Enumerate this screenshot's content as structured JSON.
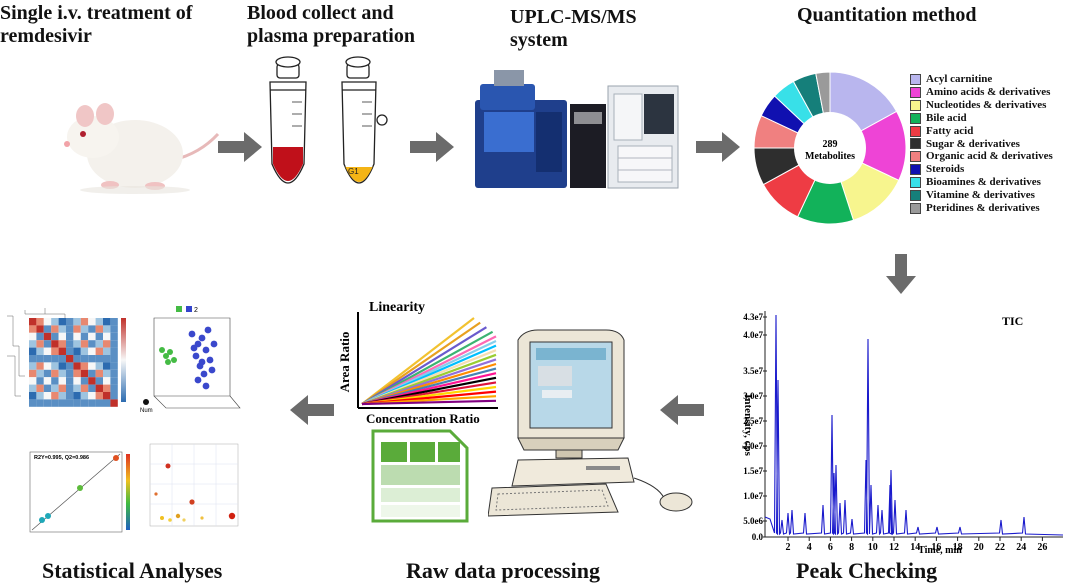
{
  "stages": {
    "treatment": {
      "title_line1": "Single i.v. treatment of",
      "title_line2": "remdesivir"
    },
    "blood": {
      "title_line1": "Blood collect and",
      "title_line2": "plasma preparation",
      "tube_label": "G1"
    },
    "uplc": {
      "title_line1": "UPLC-MS/MS",
      "title_line2": "system"
    },
    "quant": {
      "title": "Quantitation method"
    },
    "peak": {
      "title": "Peak Checking"
    },
    "raw": {
      "title": "Raw data processing"
    },
    "stats": {
      "title": "Statistical Analyses"
    }
  },
  "donut": {
    "center_line1": "289",
    "center_line2": "Metabolites",
    "legend": [
      {
        "label": "Acyl carnitine",
        "color": "#b9b6ee"
      },
      {
        "label": "Amino acids & derivatives",
        "color": "#ee44d6"
      },
      {
        "label": "Nucleotides & derivatives",
        "color": "#f7f58e"
      },
      {
        "label": "Bile acid",
        "color": "#12b25a"
      },
      {
        "label": "Fatty acid",
        "color": "#ee3c44"
      },
      {
        "label": "Sugar & derivatives",
        "color": "#2e2e2e"
      },
      {
        "label": "Organic acid & derivatives",
        "color": "#f08080"
      },
      {
        "label": "Steroids",
        "color": "#1010b0"
      },
      {
        "label": "Bioamines & derivatives",
        "color": "#38e0e8"
      },
      {
        "label": "Vitamine & derivatives",
        "color": "#157f7a"
      },
      {
        "label": "Pteridines & derivatives",
        "color": "#9a9a9a"
      }
    ],
    "fractions": [
      0.17,
      0.15,
      0.13,
      0.12,
      0.1,
      0.08,
      0.07,
      0.05,
      0.05,
      0.05,
      0.03
    ]
  },
  "tic": {
    "label": "TIC",
    "ylabel": "Intensity, cps",
    "xlabel": "Time, min",
    "y_ticks": [
      "0.0",
      "5.0e6",
      "1.0e7",
      "1.5e7",
      "2.0e7",
      "2.5e7",
      "3.0e7",
      "3.5e7",
      "4.0e7",
      "4.3e7"
    ],
    "x_ticks": [
      "2",
      "4",
      "6",
      "8",
      "10",
      "12",
      "14",
      "16",
      "18",
      "20",
      "22",
      "24",
      "26"
    ],
    "color": "#1a1acc"
  },
  "linearity": {
    "title": "Linearity",
    "ylabel": "Area Ratio",
    "xlabel": "Concentration Ratio",
    "line_colors": [
      "#f2c230",
      "#e8a020",
      "#6a5acd",
      "#3cb371",
      "#ff69b4",
      "#87ceeb",
      "#00bfff",
      "#f5deb3",
      "#9acd32",
      "#9370db",
      "#ff8c00",
      "#4682b4",
      "#ff1493",
      "#000000",
      "#dc143c",
      "#ffd700",
      "#ff0000",
      "#ffa500",
      "#800080"
    ]
  },
  "stats_panel": {
    "scatter_legend": "2",
    "axis_label": "Num",
    "regression_text": "R2Y=0.995, Q2=0.986"
  }
}
